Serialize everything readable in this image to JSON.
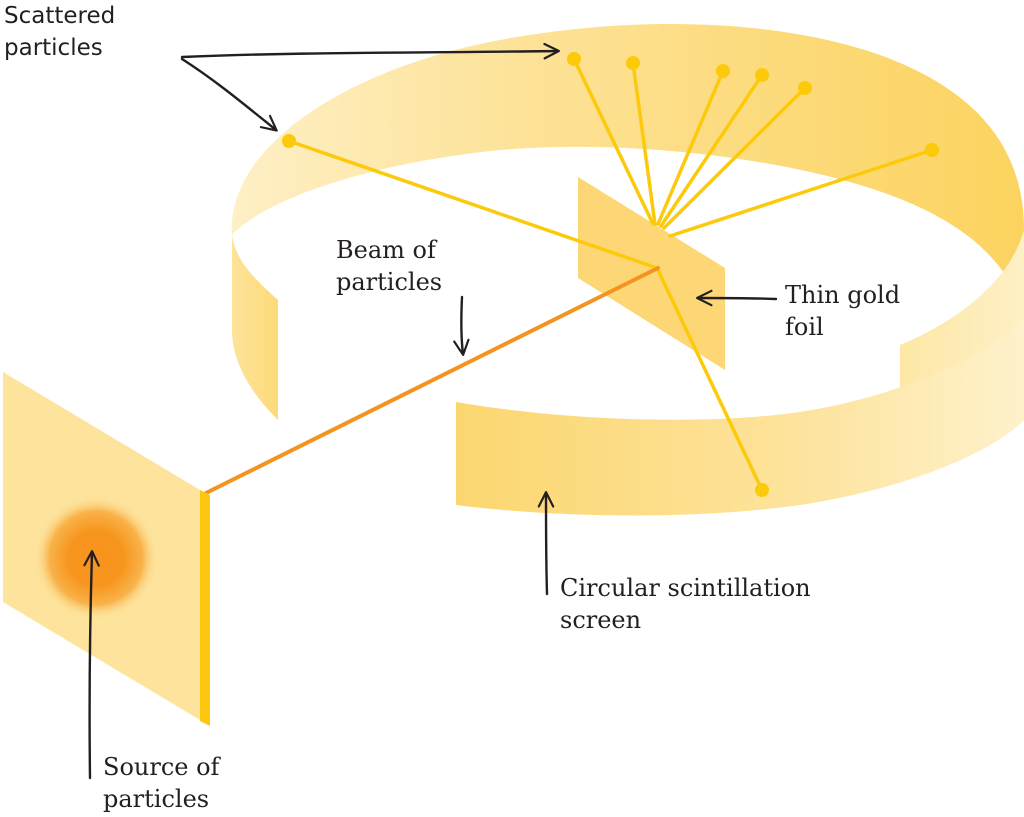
{
  "labels": {
    "scattered_particles": [
      "Scattered",
      "particles"
    ],
    "beam_of_particles": [
      "Beam of",
      "particles"
    ],
    "thin_gold_foil": [
      "Thin gold",
      "foil"
    ],
    "circular_scintillation_screen": [
      "Circular scintillation",
      "screen"
    ],
    "source_of_particles": [
      "Source of",
      "particles"
    ]
  },
  "colors": {
    "screen_light": "#fdebb5",
    "screen": "#fddf84",
    "screen_dark": "#fcd15e",
    "foil": "#fdd56f",
    "ray": "#fcca0a",
    "beam": "#f39421",
    "source_glow": "#f7931e",
    "plate_edge": "#fcc70f",
    "arrow": "#231f20"
  }
}
